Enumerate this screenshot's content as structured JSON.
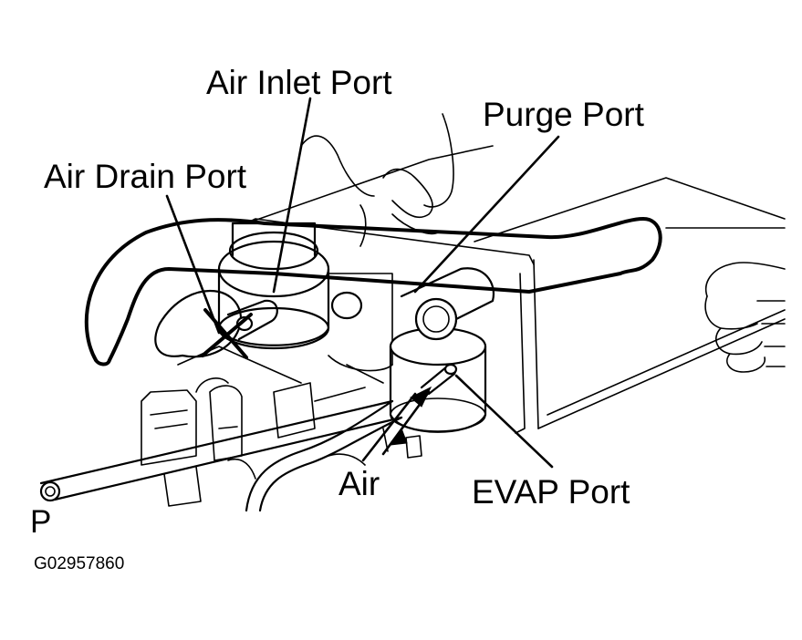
{
  "labels": {
    "air_inlet_port": "Air Inlet Port",
    "purge_port": "Purge Port",
    "air_drain_port": "Air Drain Port",
    "air": "Air",
    "evap_port": "EVAP Port",
    "p": "P",
    "figure_code": "G02957860"
  },
  "colors": {
    "ink": "#000000",
    "background": "#ffffff"
  }
}
